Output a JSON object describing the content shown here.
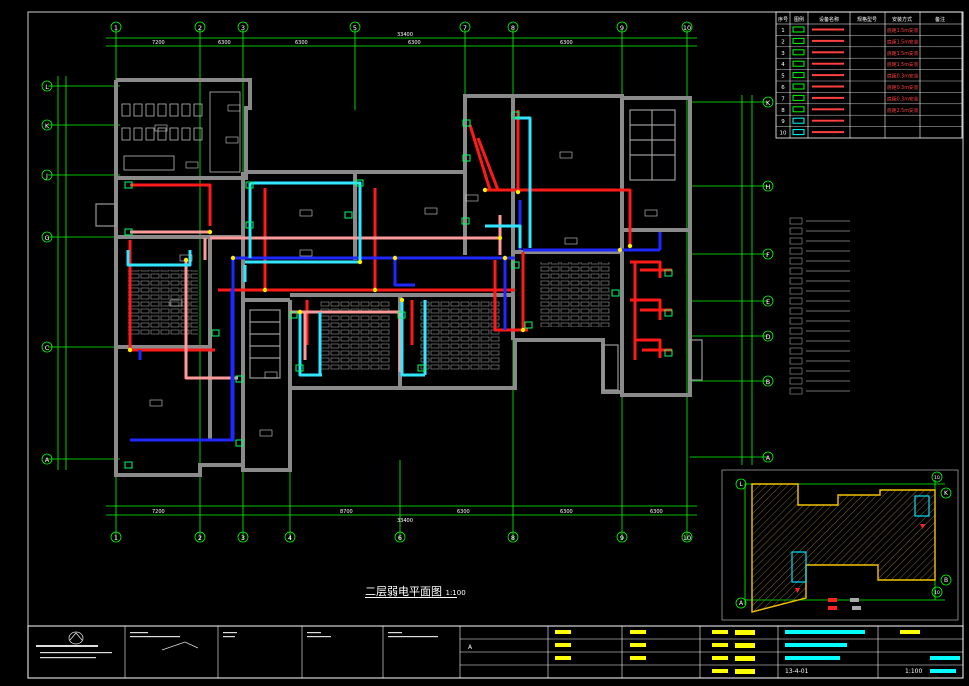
{
  "drawing": {
    "title": "二层弱电平面图",
    "scale": "1:100"
  },
  "axes": {
    "top_labels": [
      "1",
      "2",
      "3",
      "5",
      "7",
      "8",
      "9",
      "10"
    ],
    "bottom_labels": [
      "1",
      "2",
      "3",
      "4",
      "6",
      "8",
      "9",
      "10"
    ],
    "left_labels": [
      "L",
      "K",
      "J",
      "G",
      "C",
      "A"
    ],
    "right_labels": [
      "K",
      "H",
      "F",
      "E",
      "D",
      "B",
      "A"
    ],
    "top_total": "33400",
    "bottom_total": "33400",
    "top_dims": [
      "7200",
      "6300",
      "6300",
      "6300",
      "6300"
    ],
    "bottom_dims": [
      "7200",
      "8700",
      "6300",
      "6300",
      "6300"
    ]
  },
  "legend_table": {
    "header": [
      "序号",
      "图例",
      "设备名称",
      "规格型号",
      "安装方式",
      "备注"
    ],
    "rows": [
      {
        "no": "1",
        "color": "#00ff00",
        "mount": "底距1.5m安装"
      },
      {
        "no": "2",
        "color": "#00ff00",
        "mount": "底距1.5m安装"
      },
      {
        "no": "3",
        "color": "#00ff00",
        "mount": "底距1.5m安装"
      },
      {
        "no": "4",
        "color": "#00ff00",
        "mount": "底距1.5m安装"
      },
      {
        "no": "5",
        "color": "#00ff00",
        "mount": "底距0.3m安装"
      },
      {
        "no": "6",
        "color": "#00ff00",
        "mount": "底距0.3m安装"
      },
      {
        "no": "7",
        "color": "#00ff00",
        "mount": "底距0.3m安装"
      },
      {
        "no": "8",
        "color": "#00ff00",
        "mount": "底距2.5m安装"
      },
      {
        "no": "9",
        "color": "#00ffff",
        "mount": ""
      },
      {
        "no": "10",
        "color": "#00ffff",
        "mount": ""
      }
    ]
  },
  "colors": {
    "grid": "#00ff00",
    "wall": "#8a8a8a",
    "cable_red": "#ff1a1a",
    "cable_pink": "#ff9a9a",
    "cable_blue": "#1e28ff",
    "cable_cyan": "#33e6ff",
    "node_yellow": "#ffee00",
    "legend_text": "#ff4040",
    "titleblock_yellow": "#ffff00",
    "titleblock_cyan": "#00ffff"
  },
  "key_plan": {
    "labels": [
      "L",
      "K",
      "B",
      "A",
      "10",
      "10"
    ]
  },
  "title_block": {
    "version": "A",
    "date_text": "13-4-01",
    "scale_text": "1:100"
  }
}
